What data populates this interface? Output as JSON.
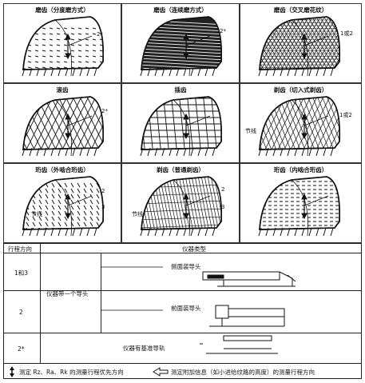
{
  "panels": [
    {
      "title": "磨齿（分度磨方式）",
      "labels": [
        {
          "text": "2*"
        }
      ],
      "fill": "sparse"
    },
    {
      "title": "磨齿（连续磨方式）",
      "labels": [
        {
          "text": "2*"
        }
      ],
      "fill": "dense"
    },
    {
      "title": "磨齿（交叉磨花纹）",
      "labels": [
        {
          "text": "1或2"
        }
      ],
      "fill": "cross"
    },
    {
      "title": "滚齿",
      "labels": [
        {
          "text": "2*"
        }
      ],
      "fill": "lattice"
    },
    {
      "title": "插齿",
      "labels": [],
      "fill": "grid"
    },
    {
      "title": "剃齿（切入式剃齿）",
      "labels": [
        {
          "text": "1或2"
        },
        {
          "text": "节线"
        }
      ],
      "fill": "shave"
    },
    {
      "title": "珩齿（外啮合珩齿）",
      "labels": [
        {
          "text": "2"
        },
        {
          "text": "3"
        },
        {
          "text": "节线"
        }
      ],
      "fill": "hone"
    },
    {
      "title": "剃齿（普通剃齿）",
      "labels": [
        {
          "text": "节线"
        },
        {
          "text": "2"
        },
        {
          "text": "3"
        }
      ],
      "fill": "shave2"
    },
    {
      "title": "珩齿（内啮合珩齿）",
      "labels": [],
      "fill": "hatch"
    }
  ],
  "table": {
    "header_dir": "行程方向",
    "header_type": "仪器类型",
    "rows": [
      {
        "dir": "1和3",
        "group": "仪器带一个导头",
        "desc": "侧面装导头"
      },
      {
        "dir": "2",
        "group": "",
        "desc": "前面装导头"
      },
      {
        "dir": "2*",
        "group": "仪器有基准导轨",
        "desc": ""
      }
    ]
  },
  "legend": {
    "solid_text": "测定 Rz、Ra、Rk 的测量行程优先方向",
    "hollow_text": "测定附加信息（如小进给纹路的高度）的测量行程方向"
  }
}
